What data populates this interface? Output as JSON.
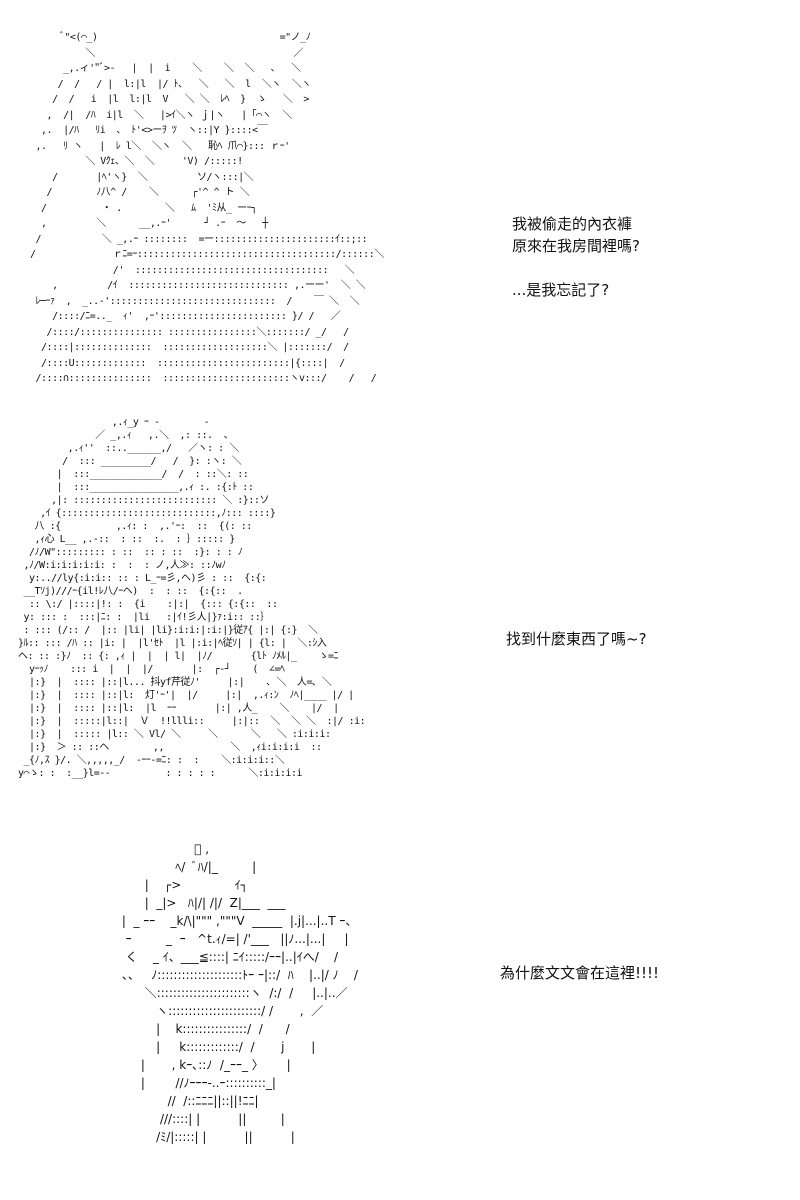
{
  "panels": [
    {
      "art": [
        "      ﾞ\"<(⌒_)                                 =\"ノ_ﾉ",
        "          ＼                                    ／",
        "      _,.ィ'\"ﾞ>-   |  |  i    ＼    ＼  ＼   、  ＼",
        "     /  /   / |  l:|l  |/ ﾄ、  ＼   ＼  l  ＼ヽ  ＼ヽ",
        "    /  /   i  |l  l:|l  V   ＼ ＼  ﾚﾍ  }  ゝ   ＼  >",
        "   ,  /|  /ﾊ  i|l  ＼   |>ｲ＼ヽ ｊ|ヽ   |「⌒ヽ  ＼",
        "  ,.  |/ﾊ   ﾘi  、 ﾄ'<>ーｦ ﾂ  ヽ::|Y }::::<￣",
        " ,.   ﾘ ヽ   |  ﾚ l＼  ＼ヽ  ＼   恥ﾍ 爪⌒}::: ｒｰ'",
        "          ＼ Vｸｪ、＼  ＼     'V) /:::::!",
        "    /       |ﾍ'ヽ}  ＼         ソ/ヽ:::|＼",
        "   /        ﾉ八^ /    ＼      ┌'^ ^ ト ＼",
        "  /          ・ ．       ＼   ﾑ  'ﾐ从_ ーｰ┐",
        "  ,         ＼      __,.ｰ'      ┘ .ｰ  ～   ┼",
        " /           ＼ _,.ｰ ::::::::  =ー::::::::::::::::::::::ｲ::;::",
        "/              ｒﾆ=ｰ::::::::::::::::::::::::::::::::::::/::::::＼",
        "               /'  :::::::::::::::::::::::::::::::::::   ＼",
        "    ,         /ｲ  ::::::::::::::::::::::::::::: ,.ーー'  ＼ ＼",
        " ﾚ─ｰｧ  ,  _..-'::::::::::::::::::::::::::::::  /    ￣ ＼  ＼",
        "    /::::/ﾆ=.._  ｨ'  ,ｰ'::::::::::::::::::::::: }/ /   ／",
        "   /::::/::::::::::::::: ::::::::::::::::＼:::::::/ _/   /",
        "  /::::|::::::::::::::  :::::::::::::::::::＼ |:::::::/  /",
        "  /::::U:::::::::::::  ::::::::::::::::::::::::|{::::|  /",
        " /::::∩:::::::::::::::  :::::::::::::::::::::::ヽv:::/    /   /"
      ],
      "lines": [
        "我被偷走的內衣褲",
        "原來在我房間裡嗎?",
        "",
        "...是我忘記了?"
      ]
    },
    {
      "art": [
        "                 ,.ｨ_y ｰ -        -",
        "              ／ _,.ｨ   ,.＼  ,: ::.  、",
        "         ,.ｨ''  ::..______,/   ／ヽ: : ＼",
        "        /  ::: _________/   /  }: :ヽ: ＼",
        "       |  :::_____________/  /  : ::＼: ::",
        "       |  :::________________,.ｨ :. :{:ﾄ ::",
        "      ,|: :::::::::::::::::::::::::: ＼ :}::ソ",
        "    ,ｲ {::::::::::::::::::::::::::::,ﾉ::: ::::}",
        "   八 :{          ,.ｨ: :  ,.'ｰ:  ::  {(: ::",
        "   ,ｨ心 L__ ,.-::  : ::  :.  : ｝::::: }",
        "  /ﾉ/W\"::::::::: : ::  :: : ::  :}: : : ﾉ",
        " ,ﾉ/W:i:i:i:i:i: :  :  : ノ,人≫: ::ﾉwﾉ",
        "  y:..//ly{:i:i:: :: : L_ｰ=彡,ヘ)彡 : ::  {:{:",
        " __Tｿj)///ｰ{il!ﾚ八/ｰヘ)  :  : ::  {:{::  .",
        "  :: \\:/ |::::|!: :  {i    :|:|  {::: {:{::  ::",
        " y: ::: :  :::|ﾆ: :  |li   :|ｲ!彡人|}ｧ:i:: ::｝",
        " : ::: (/:: /  |:: |li| |li}:i:i:|:i:|}従ｱ{ |:| {:}  ＼",
        "}ﾙ:: ::: /ﾊ :: |i: |  |l'ｾﾄ  |l |:i:|ﾍ従ｿ| | {l: |  ＼:ｼ入",
        "ヘ: :: :}ﾉ  :: {: ,ｨ |  |  | l|  |ﾉ/       {lﾄ ﾉﾒﾙ|_    ゝ=ﾆ",
        "  yｰｯﾉ    ::: i  |  |  |/       |:  ┌‐┘    (  ∠=ﾍ",
        "  |:}  |  :::: |::|l... 抖yf芹従ﾉ'     |:|    ､ ＼  人=､ ＼",
        "  |:}  |  :::: |::|l:  灯'ｰ'|  |/     |:|  ,.ｨ:ﾝ  ﾉﾍ|____ |/ |",
        "  |:}  |  :::: |::|l:  |l  ｰｰ       |:| ,人_    ＼    |/  |",
        "  |:}  |  :::::|l::|  Ｖ  !!llli::     |:|::  ＼  ＼ ＼  :|/ :i:",
        "  |:}  |  ::::: |l:: ＼ Vl/ ＼     ＼      ＼   ＼ :i:i:i:",
        "  |:}  ＞ :: ::ヘ        ,,            ＼  ,ｨi:i:i:i  ::",
        " _{ﾉ,ｽ }/. ＼,,,,,_/  -ｰｰ-=ﾆ: :  :    ＼:i:i:i::＼",
        "y⌒ゝ: :  :__}l=--          : : : : :      ＼:i:i:i:i"
      ],
      "lines": [
        "找到什麼東西了嗎~?"
      ]
    },
    {
      "art": [
        "                    ﾞ ,",
        "               ﾍ/  ﾞﾊ/|_         |",
        "       |    ┌>              ｲ┐",
        "       |  _|>   ﾊ|/| /|/  Z|___  ___",
        " |  _ ｰｰ    _k/\\|\"\"\" ,\"\"\"V  _____  |.j|...|..T ｰ、",
        "  ｰ         _  ｰ   ^t.ｨ/=| /'___   ||ﾉ...|...|     |",
        "  く    _ ｲ、___≦::::| ﾆｲ:::::/ｰｰ|..|ｲへ/    /",
        " 、、   ﾉ:::::::::::::::::::::ﾄｰ ｰ|::/  ﾊ    |..|/ ﾉ    /",
        "       ＼:::::::::::::::::::::::ヽ  /:/  /     |..|..／",
        "          ヽ:::::::::::::::::::::::/ /       ,  ／",
        "          |    k::::::::::::::::/  /      /",
        "          |     k:::::::::::::/  /       j       |",
        "      |       , kｰ､::ﾉ  /_ｰｰ_ 〉      |",
        "      |        //ﾉｰｰｰ-..ｰ::::::::::_|",
        "             //  /::ﾆﾆﾆ||::||!ﾆﾆ|",
        "           ///::::| |          ||         |",
        "          /ﾐ/|:::::| |          ||          |"
      ],
      "lines": [
        "為什麼文文會在這裡!!!!"
      ]
    }
  ]
}
